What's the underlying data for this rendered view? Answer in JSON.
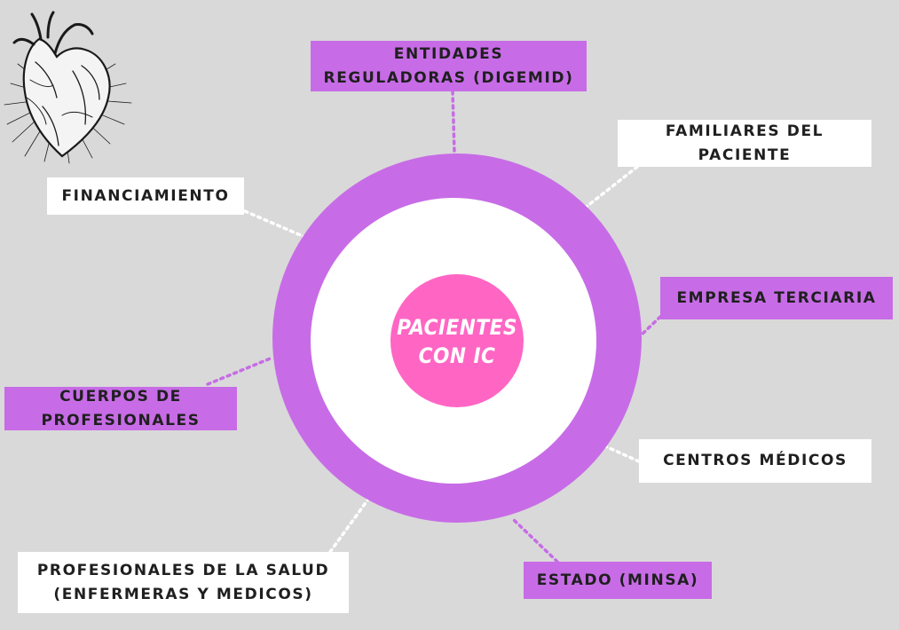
{
  "diagram": {
    "center_label": "PACIENTES\nCON IC",
    "nodes": [
      {
        "id": "entidades",
        "label": "ENTIDADES\nREGULADORAS (DIGEMID)"
      },
      {
        "id": "familiares",
        "label": "FAMILIARES DEL\nPACIENTE"
      },
      {
        "id": "financiamiento",
        "label": "FINANCIAMIENTO"
      },
      {
        "id": "empresa",
        "label": "EMPRESA TERCIARIA"
      },
      {
        "id": "cuerpos",
        "label": "CUERPOS DE\nPROFESIONALES"
      },
      {
        "id": "centros",
        "label": "CENTROS MÉDICOS"
      },
      {
        "id": "profesionales",
        "label": "PROFESIONALES DE LA SALUD\n(ENFERMERAS Y MEDICOS)"
      },
      {
        "id": "estado",
        "label": "ESTADO (MINSA)"
      }
    ],
    "colors": {
      "background": "#d9d9d9",
      "ring": "#c76ce6",
      "center": "#ff66c4",
      "box_purple": "#c76ce6",
      "box_white": "#ffffff",
      "connector": "#c76ce6",
      "connector_light": "#ffffff"
    },
    "decorative_icon": "anatomical-heart-icon"
  }
}
